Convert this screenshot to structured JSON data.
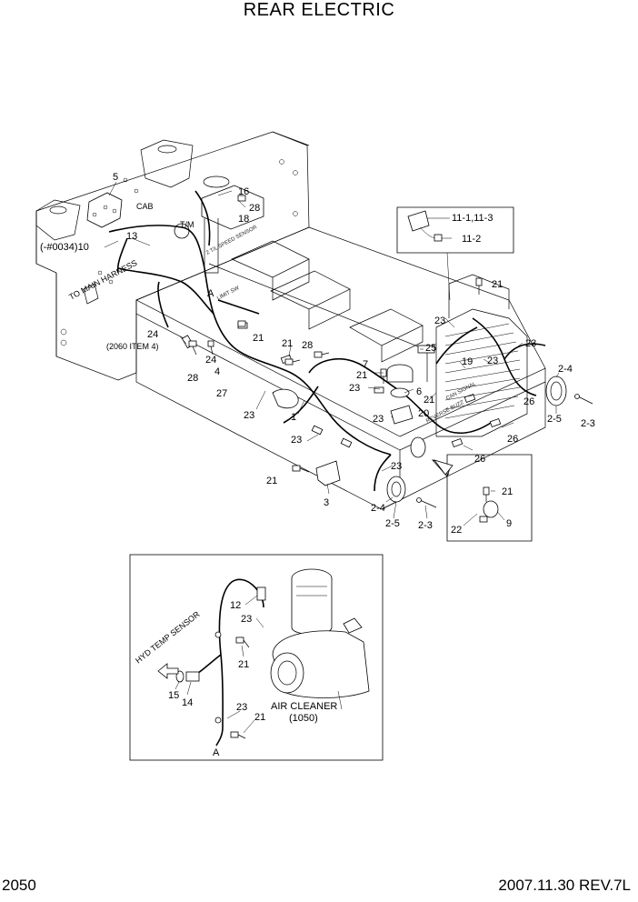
{
  "header": {
    "title": "REAR ELECTRIC"
  },
  "footer": {
    "page_number": "2050",
    "revision": "2007.11.30  REV.7L"
  },
  "main_callouts": {
    "c5": "5",
    "c16": "16",
    "c28a": "28",
    "c18": "18",
    "c13": "13",
    "c_cab": "CAB",
    "c_tm": "T/M",
    "c10": "(-#0034)10",
    "cA": "A",
    "c24a": "24",
    "c2060": "(2060 ITEM 4)",
    "c28b": "28",
    "c24b": "24",
    "c4": "4",
    "c21a": "21",
    "c21b": "21",
    "c28c": "28",
    "c27": "27",
    "c23a": "23",
    "c1": "1",
    "c23b": "23",
    "c21c": "21",
    "c3": "3",
    "c23c": "23",
    "c2_4a": "2-4",
    "c2_5a": "2-5",
    "c2_3a": "2-3",
    "c7": "7",
    "c21d": "21",
    "c23d": "23",
    "c6": "6",
    "c21e": "21",
    "c20": "20",
    "c23e": "23",
    "c25": "25",
    "c23f": "23",
    "c19": "19",
    "c21f": "21",
    "c23g": "23",
    "c23h": "23",
    "c2_4b": "2-4",
    "c26a": "26",
    "c2_5b": "2-5",
    "c2_3b": "2-3",
    "c26b": "26",
    "c26c": "26",
    "c21g": "21",
    "c22": "22",
    "c9": "9"
  },
  "inset_lamp": {
    "label_a": "11-1,11-3",
    "label_b": "11-2"
  },
  "inset_air_cleaner": {
    "c12": "12",
    "c23a": "23",
    "c21a": "21",
    "hyd_label": "HYD TEMP SENSOR",
    "c15": "15",
    "c14": "14",
    "c23b": "23",
    "c21b": "21",
    "cA": "A",
    "air_cleaner_label": "AIR CLEANER",
    "air_cleaner_ref": "(1050)"
  },
  "harness_labels": {
    "to_main": "TO MAIN HARNESS"
  }
}
